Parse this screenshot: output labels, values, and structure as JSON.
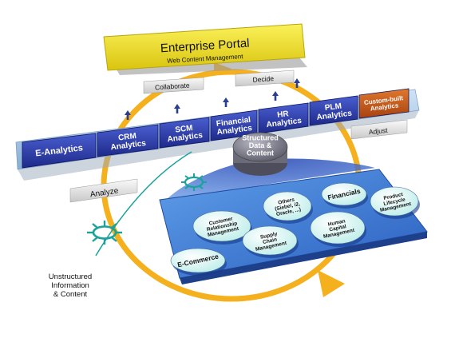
{
  "portal": {
    "title": "Enterprise Portal",
    "subtitle": "Web Content Management"
  },
  "cycle_labels": {
    "collaborate": "Collaborate",
    "decide": "Decide",
    "adjust": "Adjust",
    "analyze": "Analyze"
  },
  "analytics_modules": [
    {
      "lines": [
        "E-Analytics"
      ]
    },
    {
      "lines": [
        "CRM",
        "Analytics"
      ]
    },
    {
      "lines": [
        "SCM",
        "Analytics"
      ]
    },
    {
      "lines": [
        "Financial",
        "Analytics"
      ]
    },
    {
      "lines": [
        "HR",
        "Analytics"
      ]
    },
    {
      "lines": [
        "PLM",
        "Analytics"
      ]
    },
    {
      "lines": [
        "Custom-built",
        "Analytics"
      ]
    }
  ],
  "hub": {
    "lines": [
      "Structured",
      "Data &",
      "Content"
    ]
  },
  "data_sources": [
    {
      "lines": [
        "Customer",
        "Relationship",
        "Management"
      ]
    },
    {
      "lines": [
        "Others",
        "(Siebel, i2,",
        "Oracle, ...)"
      ]
    },
    {
      "lines": [
        "Financials"
      ]
    },
    {
      "lines": [
        "Product",
        "Lifecycle",
        "Management"
      ]
    },
    {
      "lines": [
        "Supply",
        "Chain",
        "Management"
      ]
    },
    {
      "lines": [
        "Human",
        "Capital",
        "Management"
      ]
    },
    {
      "lines": [
        "E-Commerce"
      ]
    }
  ],
  "unstructured": {
    "lines": [
      "Unstructured",
      "Information",
      "& Content"
    ]
  },
  "colors": {
    "portal_yellow": "#f2e21e",
    "module_blue": "#2c3aa6",
    "custom_orange": "#c4561c",
    "cycle_orange": "#f5b01e",
    "platform_blue": "#3a73d4",
    "teal": "#1aa39a"
  }
}
